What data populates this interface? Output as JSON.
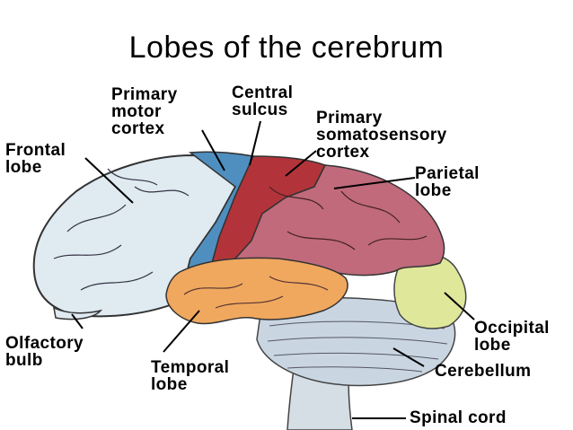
{
  "title": "Lobes of the cerebrum",
  "labels": {
    "primary_motor_cortex": "Primary\nmotor\ncortex",
    "central_sulcus": "Central\nsulcus",
    "primary_somatosensory_cortex": "Primary\nsomatosensory\ncortex",
    "frontal_lobe": "Frontal\nlobe",
    "parietal_lobe": "Parietal\nlobe",
    "olfactory_bulb": "Olfactory\nbulb",
    "temporal_lobe": "Temporal\nlobe",
    "occipital_lobe": "Occipital\nlobe",
    "cerebellum": "Cerebellum",
    "spinal_cord": "Spinal cord"
  },
  "colors": {
    "frontal": "#dfeaf1",
    "motor": "#4f8fbf",
    "somatosensory": "#b2343a",
    "parietal": "#c06a7c",
    "temporal": "#f0a85e",
    "occipital": "#dfe79a",
    "cerebellum": "#c9d6e2",
    "brainstem": "#d5dde5"
  }
}
